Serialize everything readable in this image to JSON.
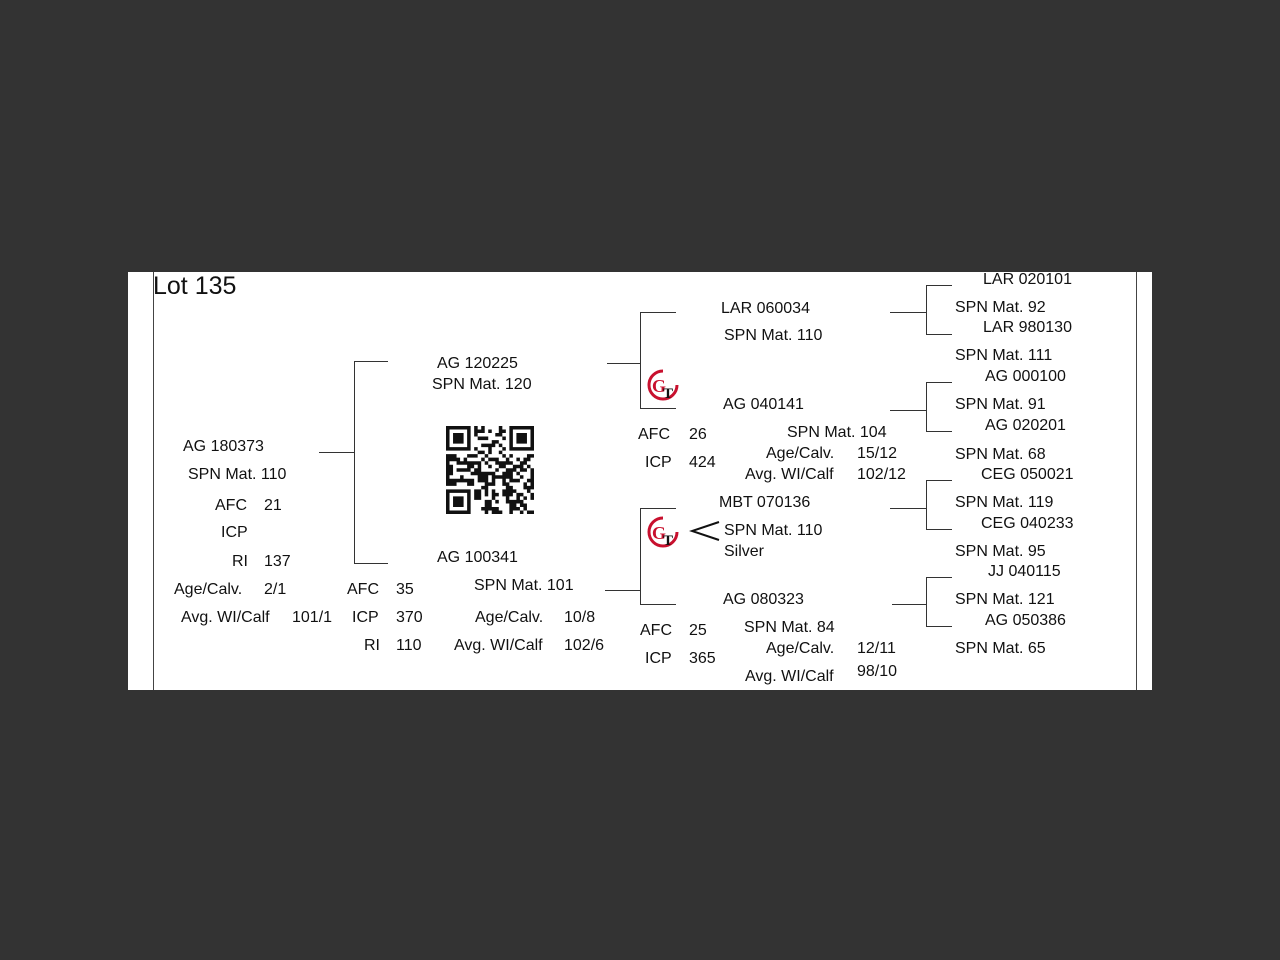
{
  "lot_title": "Lot 135",
  "animal": {
    "id": "AG  180373",
    "spn": "SPN Mat. 110",
    "afc_label": "AFC",
    "afc": "21",
    "icp_label": "ICP",
    "ri_label": "RI",
    "ri": "137",
    "age_label": "Age/Calv.",
    "age": "2/1",
    "wi_label": "Avg. WI/Calf",
    "wi": "101/1"
  },
  "sire": {
    "id": "AG  120225",
    "spn": "SPN Mat. 120"
  },
  "dam": {
    "id": "AG  100341",
    "spn": "SPN Mat. 101",
    "afc_label": "AFC",
    "afc": "35",
    "icp_label": "ICP",
    "icp": "370",
    "ri_label": "RI",
    "ri": "110",
    "age_label": "Age/Calv.",
    "age": "10/8",
    "wi_label": "Avg. WI/Calf",
    "wi": "102/6"
  },
  "grand": {
    "ss_id": "LAR 060034",
    "ss_spn": "SPN Mat. 110",
    "sd_id": "AG  040141",
    "sd_afc_label": "AFC",
    "sd_afc": "26",
    "sd_icp_label": "ICP",
    "sd_icp": "424",
    "sd_spn": "SPN Mat. 104",
    "sd_age_label": "Age/Calv.",
    "sd_age": "15/12",
    "sd_wi_label": "Avg. WI/Calf",
    "sd_wi": "102/12",
    "ds_id": "MBT 070136",
    "ds_spn": "SPN Mat. 110",
    "ds_note": "Silver",
    "dd_id": "AG  080323",
    "dd_afc_label": "AFC",
    "dd_afc": "25",
    "dd_icp_label": "ICP",
    "dd_icp": "365",
    "dd_spn": "SPN Mat. 84",
    "dd_age_label": "Age/Calv.",
    "dd_age": "12/11",
    "dd_wi_label": "Avg. WI/Calf",
    "dd_wi": "98/10"
  },
  "great": [
    {
      "id": "LAR 020101",
      "spn": "SPN Mat. 92"
    },
    {
      "id": "LAR 980130",
      "spn": "SPN Mat. 111"
    },
    {
      "id": "AG  000100",
      "spn": "SPN Mat. 91"
    },
    {
      "id": "AG  020201",
      "spn": "SPN Mat. 68"
    },
    {
      "id": "CEG 050021",
      "spn": "SPN Mat. 119"
    },
    {
      "id": "CEG 040233",
      "spn": "SPN Mat. 95"
    },
    {
      "id": "JJ  040115",
      "spn": "SPN Mat. 121"
    },
    {
      "id": "AG  050386",
      "spn": "SPN Mat. 65"
    }
  ],
  "icons": {
    "logo": "gt-breeder-logo-icon",
    "qr": "qr-code-icon",
    "arrow": "less-than-chevron-icon"
  },
  "colors": {
    "logo_red": "#c8102e",
    "ink": "#111111"
  }
}
